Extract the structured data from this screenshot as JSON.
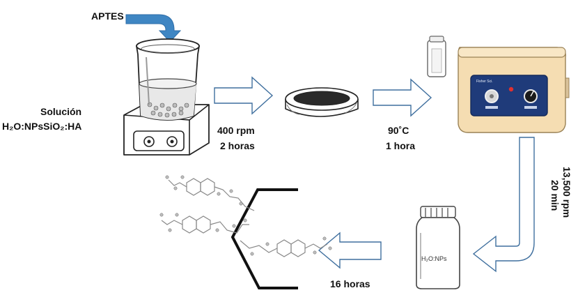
{
  "reagent": {
    "name": "APTES"
  },
  "solution": {
    "title": "Solución",
    "formula": "H₂O:NPsSiO₂:HA"
  },
  "steps": [
    {
      "line1": "400 rpm",
      "line2": "2 horas"
    },
    {
      "line1": "90˚C",
      "line2": "1 hora"
    },
    {
      "line1": "13,500 rpm",
      "line2": "20 min"
    },
    {
      "line1": "16 horas"
    }
  ],
  "vial_label": "H₂O:NPs",
  "colors": {
    "arrow_outline": "#3f6f9e",
    "filled_arrow": "#3f86c3",
    "oven_body": "#f5ddb2",
    "oven_panel": "#1f3b7a",
    "indicator": "#e03030"
  },
  "icons": [
    "filled-arrow-icon",
    "hot-plate-stirrer-icon",
    "petri-dish-icon",
    "vial-icon",
    "oven-icon",
    "centrifuge-tube-icon",
    "functionalized-surface-icon"
  ]
}
